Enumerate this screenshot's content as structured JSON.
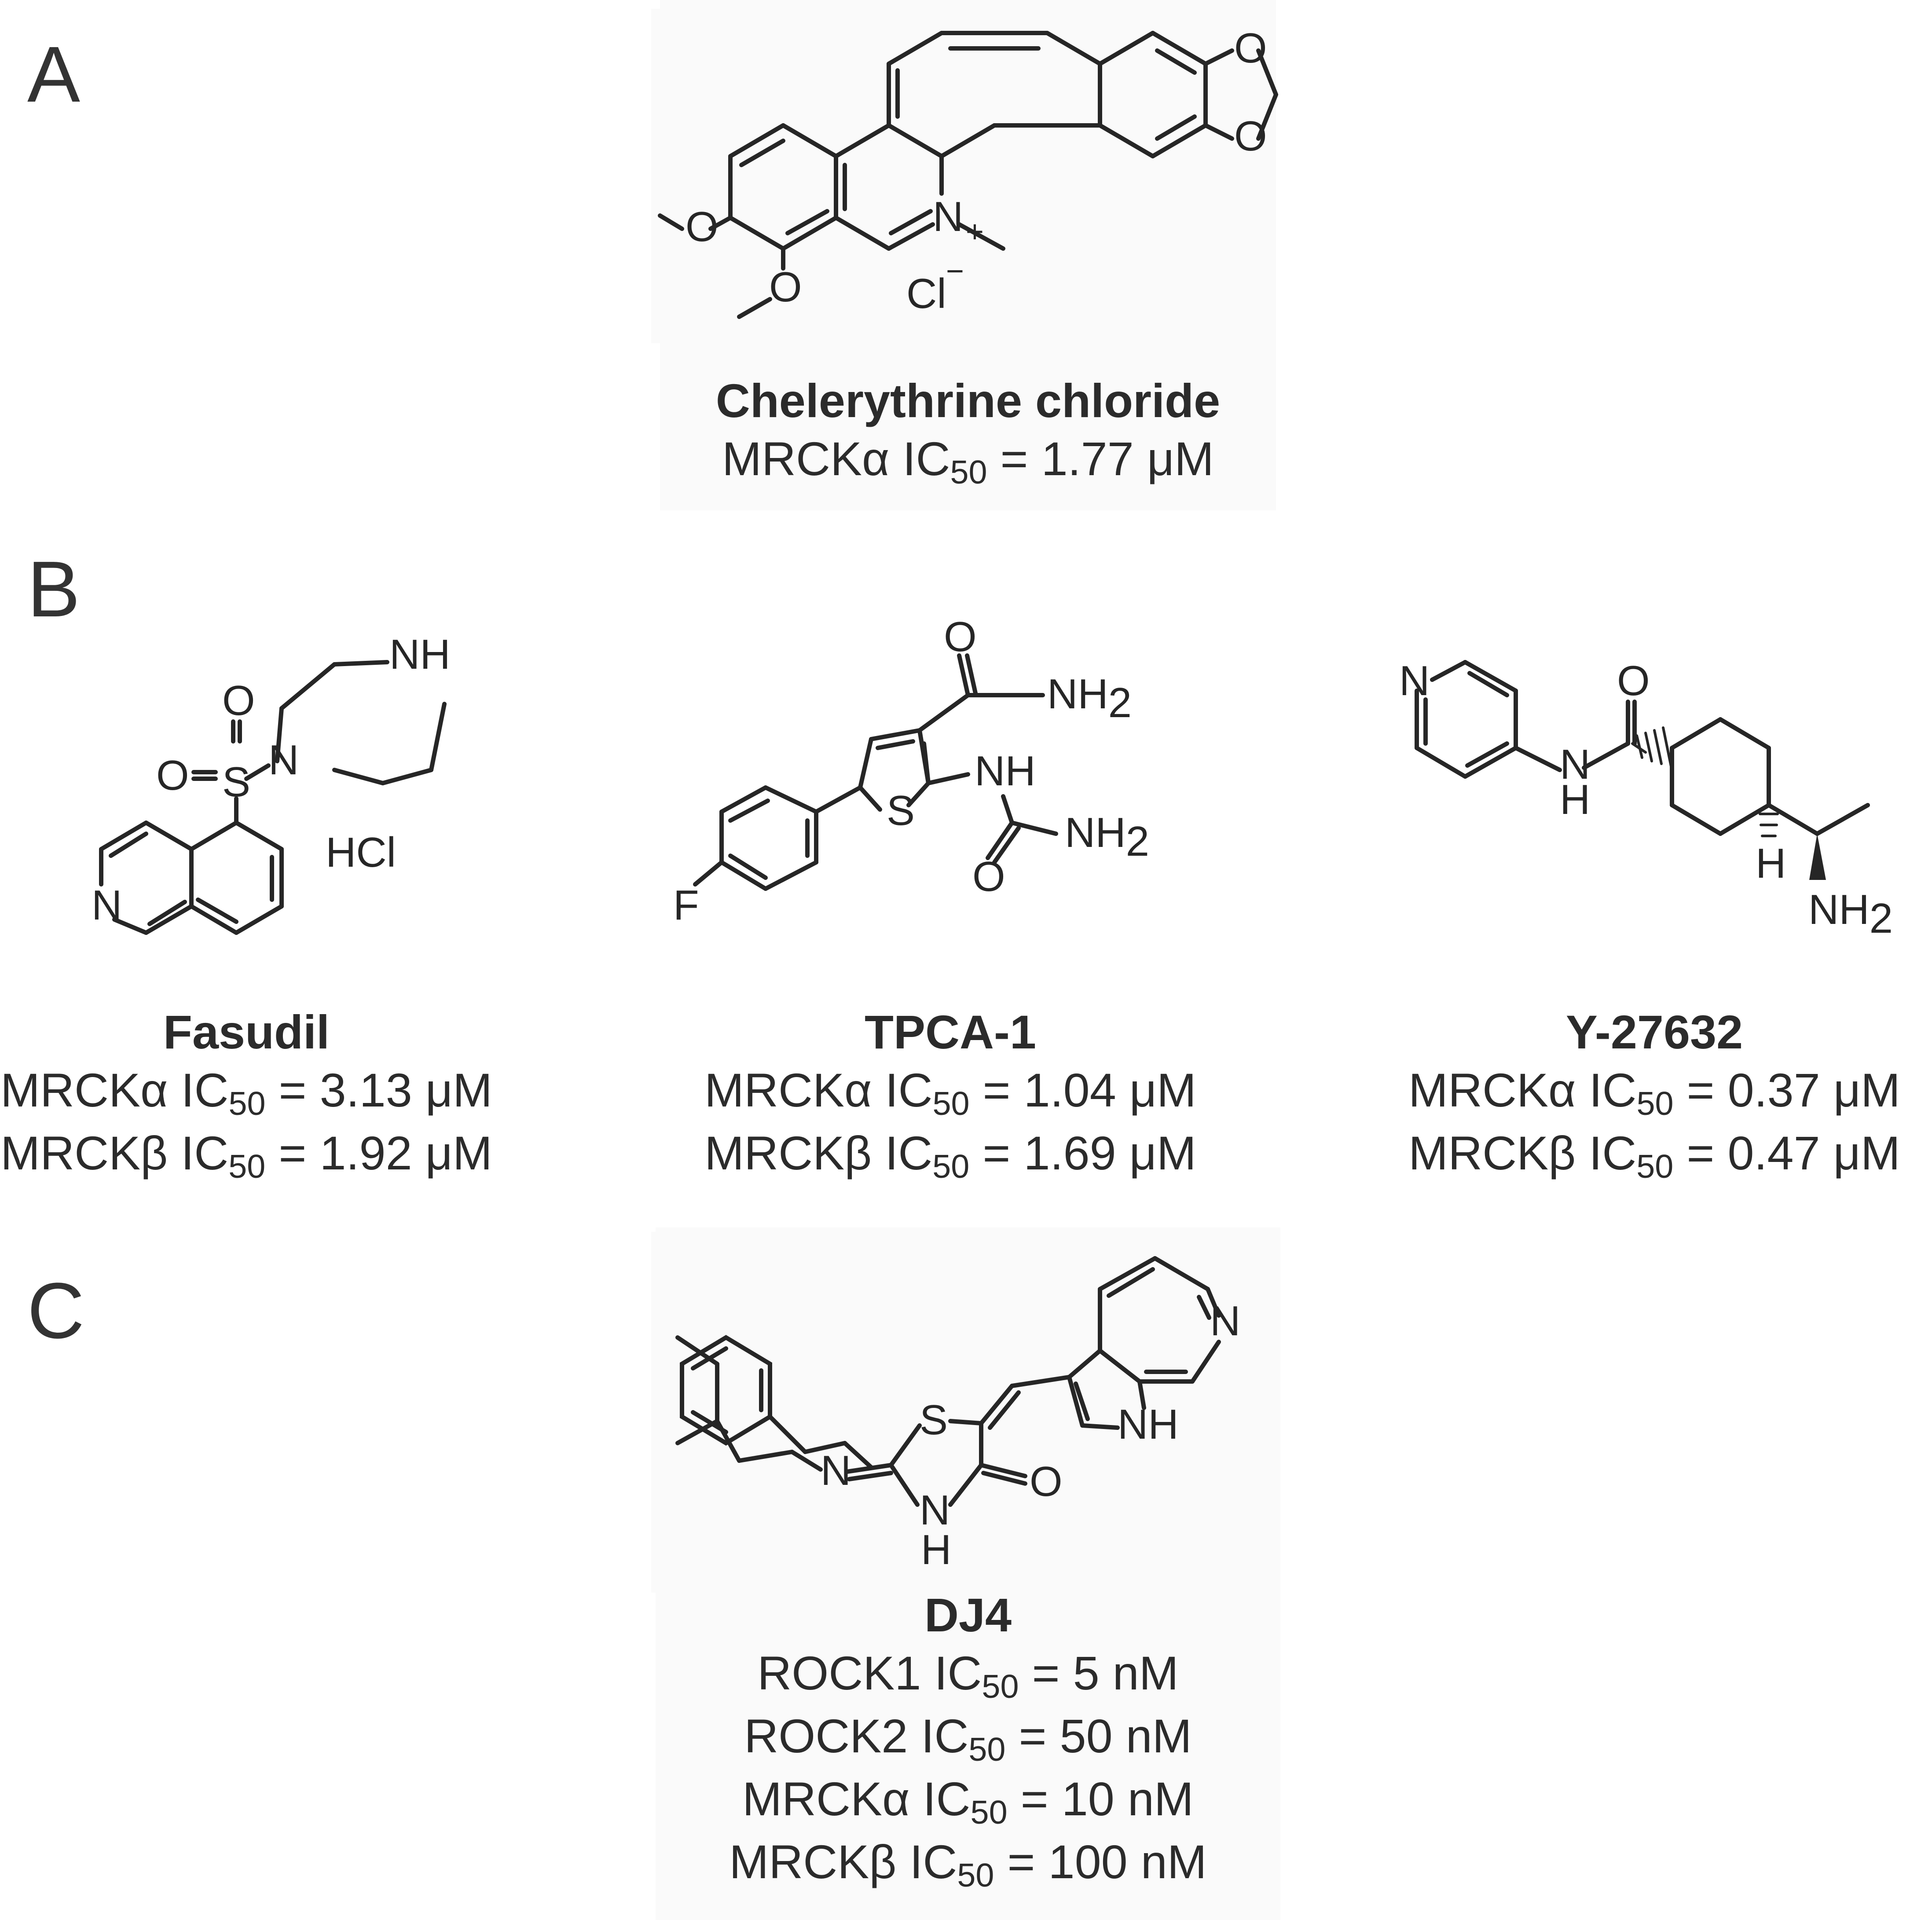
{
  "panels": {
    "A": {
      "letter": "A",
      "compound": {
        "name": "Chelerythrine chloride",
        "lines": [
          {
            "target": "MRCKα",
            "ic": "IC",
            "sub": "50",
            "value": " = 1.77 μM"
          }
        ],
        "atom_labels": {
          "o1": "O",
          "o2": "O",
          "o3": "O",
          "o4": "O",
          "n": "N",
          "plus": "+",
          "cl": "Cl",
          "minus": "−"
        }
      }
    },
    "B": {
      "letter": "B",
      "compounds": [
        {
          "name": "Fasudil",
          "lines": [
            {
              "target": "MRCKα",
              "ic": "IC",
              "sub": "50",
              "value": " = 3.13 μM"
            },
            {
              "target": "MRCKβ",
              "ic": "IC",
              "sub": "50",
              "value": " = 1.92 μM"
            }
          ],
          "atom_labels": {
            "nh": "NH",
            "n": "N",
            "s": "S",
            "o1": "O",
            "o2": "O",
            "hcl": "HCl",
            "npy": "N"
          }
        },
        {
          "name": "TPCA-1",
          "lines": [
            {
              "target": "MRCKα",
              "ic": "IC",
              "sub": "50",
              "value": " = 1.04 μM"
            },
            {
              "target": "MRCKβ",
              "ic": "IC",
              "sub": "50",
              "value": " = 1.69 μM"
            }
          ],
          "atom_labels": {
            "o1": "O",
            "nh2a": "NH",
            "nh2a_sub": "2",
            "nh": "NH",
            "s": "S",
            "o2": "O",
            "nh2b": "NH",
            "nh2b_sub": "2",
            "f": "F"
          }
        },
        {
          "name": "Y-27632",
          "lines": [
            {
              "target": "MRCKα",
              "ic": "IC",
              "sub": "50",
              "value": " = 0.37 μM"
            },
            {
              "target": "MRCKβ",
              "ic": "IC",
              "sub": "50",
              "value": " = 0.47 μM"
            }
          ],
          "atom_labels": {
            "npy": "N",
            "o": "O",
            "n": "N",
            "h1": "H",
            "h2": "H",
            "nh2": "NH",
            "nh2_sub": "2"
          }
        }
      ]
    },
    "C": {
      "letter": "C",
      "compound": {
        "name": "DJ4",
        "lines": [
          {
            "target": "ROCK1",
            "ic": "IC",
            "sub": "50",
            "value": " = 5 nM"
          },
          {
            "target": "ROCK2",
            "ic": "IC",
            "sub": "50",
            "value": " = 50 nM"
          },
          {
            "target": "MRCKα",
            "ic": "IC",
            "sub": "50",
            "value": " = 10 nM"
          },
          {
            "target": "MRCKβ",
            "ic": "IC",
            "sub": "50",
            "value": " = 100 nM"
          }
        ],
        "atom_labels": {
          "npy": "N",
          "nh": "NH",
          "s": "S",
          "n": "N",
          "o": "O",
          "nh2": "N",
          "h": "H"
        }
      }
    }
  }
}
